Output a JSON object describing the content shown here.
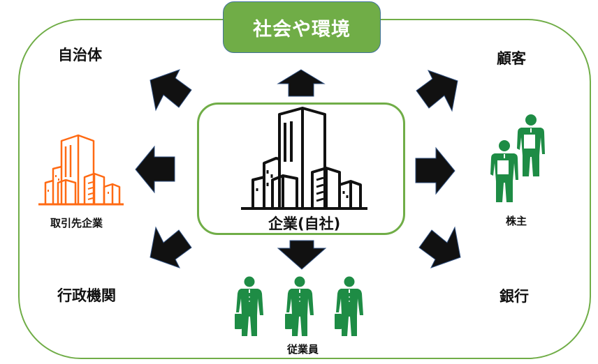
{
  "title": "社会や環境",
  "center": {
    "label": "企業(自社)",
    "icon": "office-buildings-icon"
  },
  "stakeholders": {
    "local_government": {
      "label": "自治体"
    },
    "customers": {
      "label": "顧客"
    },
    "business_partners": {
      "label": "取引先企業",
      "icon": "office-buildings-icon"
    },
    "shareholders": {
      "label": "株主",
      "icon": "businessmen-with-documents-icon"
    },
    "administrative_agencies": {
      "label": "行政機関"
    },
    "banks": {
      "label": "銀行"
    },
    "employees": {
      "label": "従業員",
      "icon": "businessmen-with-briefcase-icon"
    }
  },
  "colors": {
    "frame": "#70ad47",
    "title_fill": "#70ad47",
    "title_text": "#ffffff",
    "arrow": "#111111",
    "partner_icon": "#ff6a13",
    "people_icon": "#1e8c45"
  }
}
